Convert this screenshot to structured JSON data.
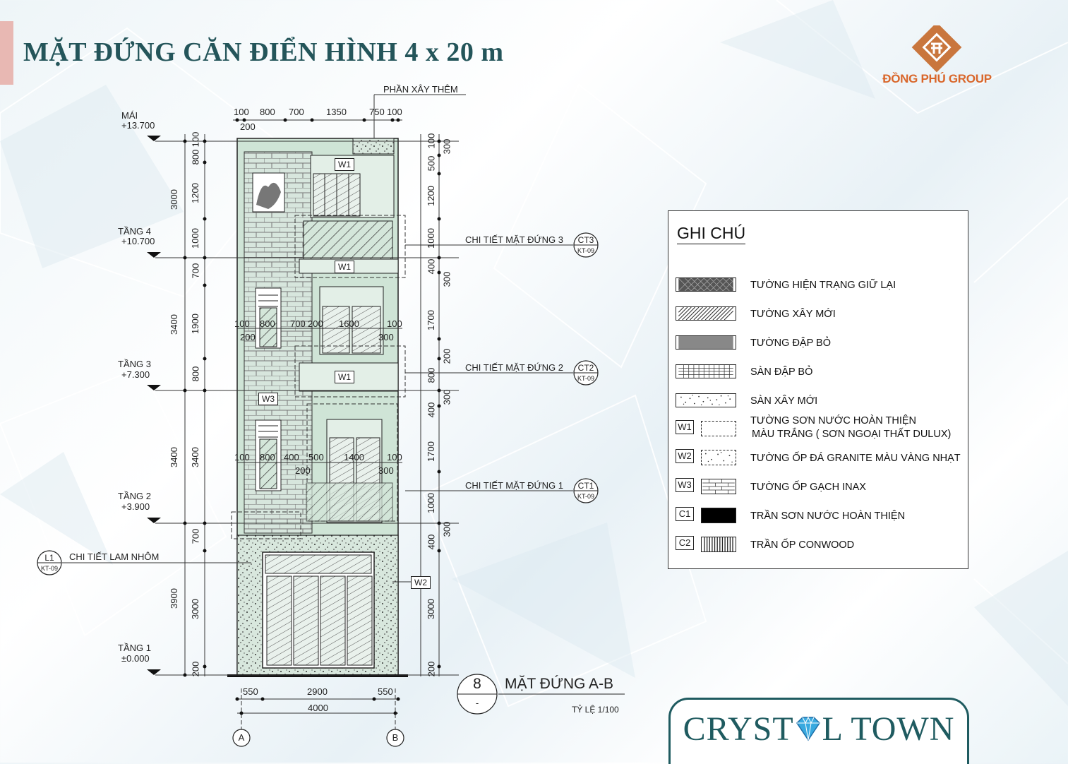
{
  "header": {
    "title": "MẶT ĐỨNG CĂN ĐIỂN HÌNH 4 x 20 m",
    "logo_text": "ĐỒNG PHÚ GROUP"
  },
  "drawing": {
    "top_note": "PHẦN XÂY THÊM",
    "levels": [
      {
        "name": "MÁI",
        "elev": "+13.700"
      },
      {
        "name": "TẦNG 4",
        "elev": "+10.700"
      },
      {
        "name": "TẦNG 3",
        "elev": "+7.300"
      },
      {
        "name": "TẦNG 2",
        "elev": "+3.900"
      },
      {
        "name": "TẦNG 1",
        "elev": "±0.000"
      }
    ],
    "top_dims": [
      "100",
      "800",
      "700",
      "1350",
      "750",
      "100",
      "200"
    ],
    "left_outer_dims": [
      "3000",
      "3400",
      "3400",
      "3900"
    ],
    "left_inner_dims": [
      "100",
      "800",
      "1200",
      "1000",
      "700",
      "1900",
      "800",
      "3400",
      "700",
      "3000",
      "200"
    ],
    "right_outer_dims": [
      "300",
      "300",
      "300",
      "300"
    ],
    "right_inner_dims": [
      "100",
      "500",
      "1200",
      "1000",
      "400",
      "1700",
      "200",
      "800",
      "400",
      "1700",
      "1000",
      "400",
      "3000",
      "200"
    ],
    "mid_dims_upper": [
      "100",
      "800",
      "700",
      "200",
      "1600",
      "100",
      "200",
      "300"
    ],
    "mid_dims_lower": [
      "100",
      "800",
      "400",
      "500",
      "1400",
      "100",
      "200",
      "300"
    ],
    "window_tags": [
      "W1",
      "W1",
      "W1",
      "W3",
      "W2"
    ],
    "callouts": [
      {
        "text": "CHI TIẾT MẶT ĐỨNG 3",
        "tag": "CT3",
        "ref": "KT-09"
      },
      {
        "text": "CHI TIẾT MẶT ĐỨNG 2",
        "tag": "CT2",
        "ref": "KT-09"
      },
      {
        "text": "CHI TIẾT MẶT ĐỨNG 1",
        "tag": "CT1",
        "ref": "KT-09"
      }
    ],
    "left_callout": {
      "text": "CHI TIẾT LAM NHÔM",
      "tag": "L1",
      "ref": "KT-09"
    },
    "bottom_dims": [
      "550",
      "2900",
      "550"
    ],
    "total_width": "4000",
    "axes": [
      "A",
      "B"
    ],
    "view_number": "8",
    "view_sub": "-",
    "view_title": "MẶT ĐỨNG A-B",
    "scale": "TỶ LỆ 1/100"
  },
  "legend": {
    "title": "GHI CHÚ",
    "items": [
      {
        "code": "",
        "label": "TƯỜNG HIỆN TRẠNG GIỮ LẠI",
        "pattern": "crosshatch"
      },
      {
        "code": "",
        "label": "TƯỜNG XÂY MỚI",
        "pattern": "diagonal"
      },
      {
        "code": "",
        "label": "TƯỜNG ĐẬP BỎ",
        "pattern": "dots"
      },
      {
        "code": "",
        "label": "SÀN ĐẬP BỎ",
        "pattern": "grid"
      },
      {
        "code": "",
        "label": "SÀN XÂY MỚI",
        "pattern": "speckle"
      },
      {
        "code": "W1",
        "label": "TƯỜNG SƠN NƯỚC HOÀN THIỆN",
        "label2": "MÀU TRẮNG ( SƠN NGOẠI THẤT DULUX)",
        "pattern": "dashed"
      },
      {
        "code": "W2",
        "label": "TƯỜNG ỐP ĐÁ GRANITE MÀU VÀNG NHẠT",
        "pattern": "granite"
      },
      {
        "code": "W3",
        "label": "TƯỜNG ỐP GẠCH INAX",
        "pattern": "brick"
      },
      {
        "code": "C1",
        "label": "TRẦN SƠN NƯỚC HOÀN THIỆN",
        "pattern": "solid"
      },
      {
        "code": "C2",
        "label": "TRẦN ỐP CONWOOD",
        "pattern": "vertical"
      }
    ]
  },
  "brand": {
    "name_part1": "CRYST",
    "name_part2": "L TOWN",
    "accent": "#1f5b60"
  }
}
